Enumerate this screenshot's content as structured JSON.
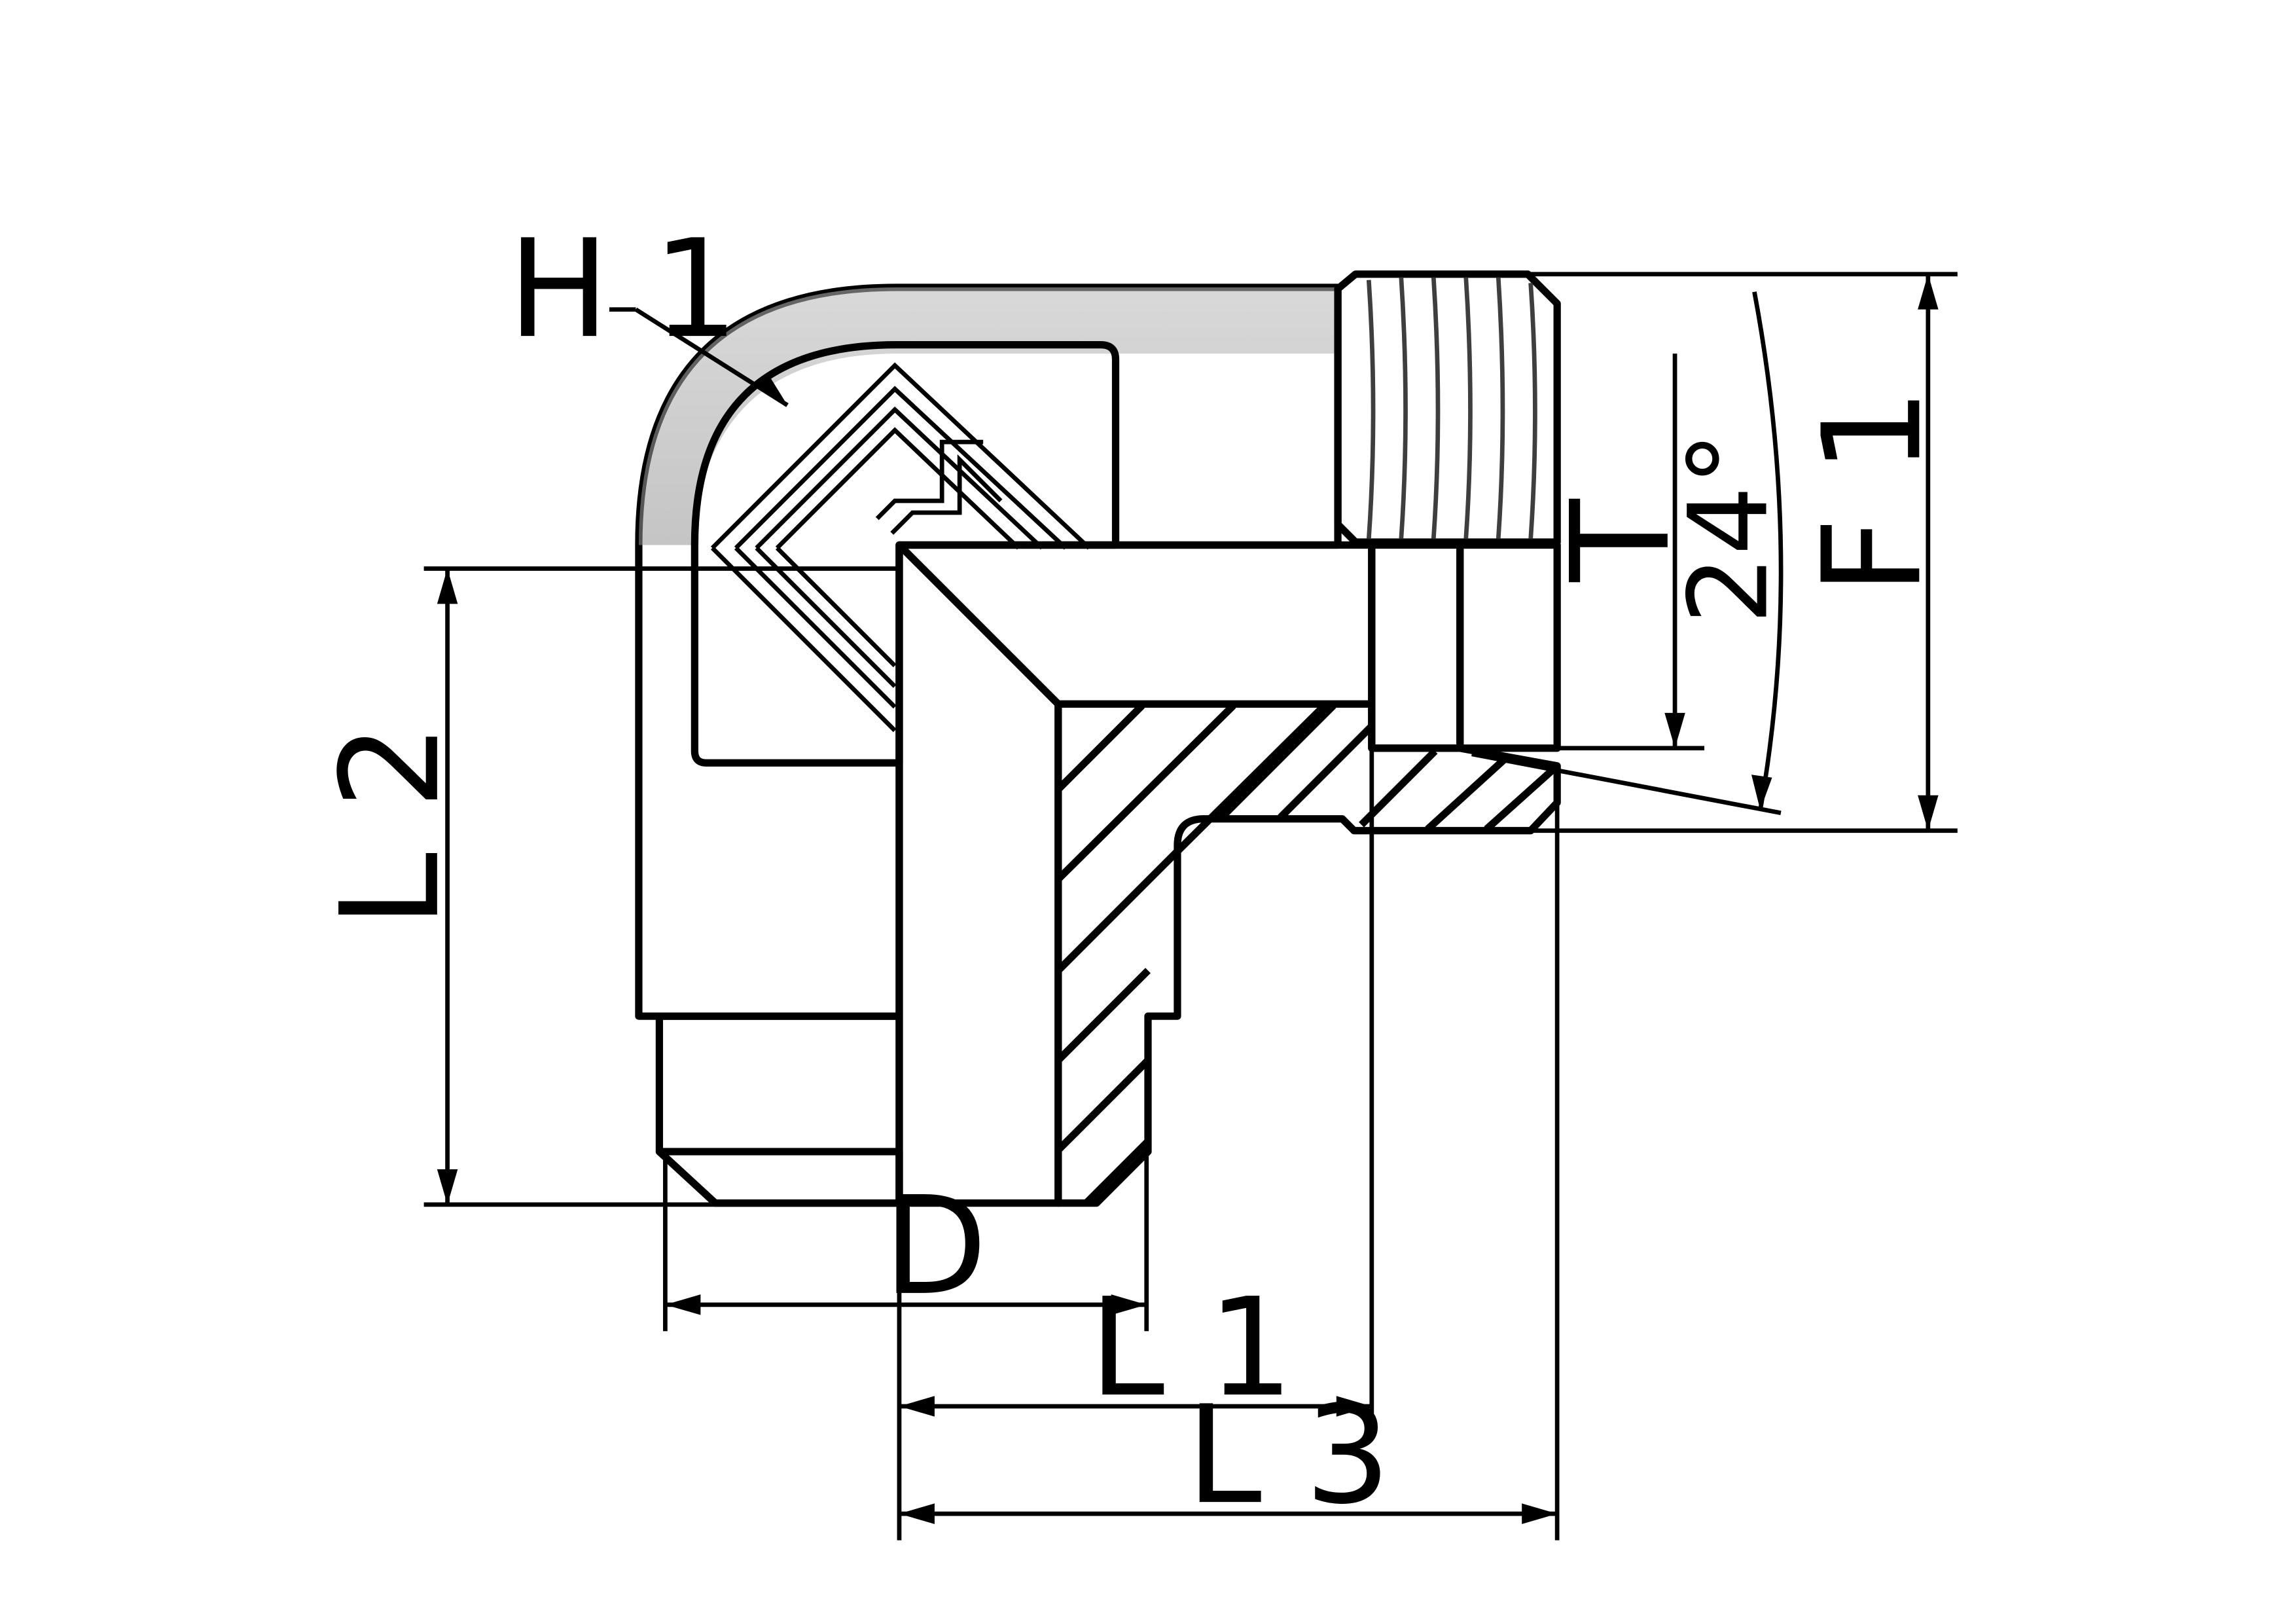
{
  "drawing": {
    "labels": {
      "h1": "H 1",
      "l2": "L 2",
      "d": "D",
      "l1": "L 1",
      "l3": "L 3",
      "t": "T",
      "angle": "24°",
      "f1": "F 1"
    }
  },
  "colors": {
    "body_light": "#b5b5b5",
    "body_mid": "#9c9c9c",
    "body_dark": "#7b7b7b",
    "thread_dark": "#4a4a4a",
    "outline": "#000000"
  }
}
